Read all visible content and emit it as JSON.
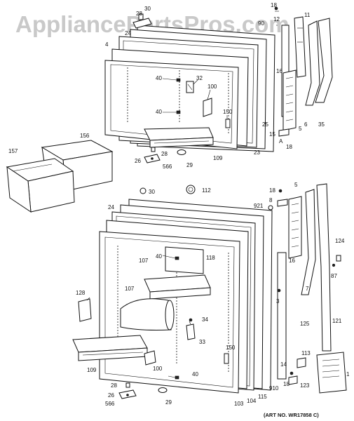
{
  "watermark": "AppliancePartsPros.com",
  "art_number": "(ART NO. WR17858 C)",
  "labels": {
    "l28a": "28",
    "l30a": "30",
    "l24a": "24",
    "l4": "4",
    "l40a": "40",
    "l90": "90",
    "l18a": "18",
    "l12": "12",
    "l11": "11",
    "l32": "32",
    "l100a": "100",
    "l40b": "40",
    "l150a": "150",
    "l16a": "16",
    "l6": "6",
    "l35": "35",
    "l25": "25",
    "l5a": "5",
    "l15": "15",
    "l23": "23",
    "l18b": "18",
    "lA": "A",
    "l156": "156",
    "l157": "157",
    "l28b": "28",
    "l26a": "26",
    "l566a": "566",
    "l29a": "29",
    "l109a": "109",
    "l30b": "30",
    "l112": "112",
    "l18c": "18",
    "l8": "8",
    "l921": "921",
    "l24b": "24",
    "l5b": "5",
    "l118": "118",
    "l107a": "107",
    "l40c": "40",
    "l16b": "16",
    "l124": "124",
    "l87": "87",
    "l7": "7",
    "l128": "128",
    "l107b": "107",
    "l3": "3",
    "l34": "34",
    "l33": "33",
    "l125": "125",
    "l121": "121",
    "l150b": "150",
    "l100b": "100",
    "l109b": "109",
    "l40d": "40",
    "l113": "113",
    "l14": "14",
    "l28c": "28",
    "l26b": "26",
    "l566b": "566",
    "l29b": "29",
    "l103": "103",
    "l104": "104",
    "l115": "115",
    "l910": "910",
    "l18d": "18",
    "l123": "123",
    "l1": "1"
  }
}
